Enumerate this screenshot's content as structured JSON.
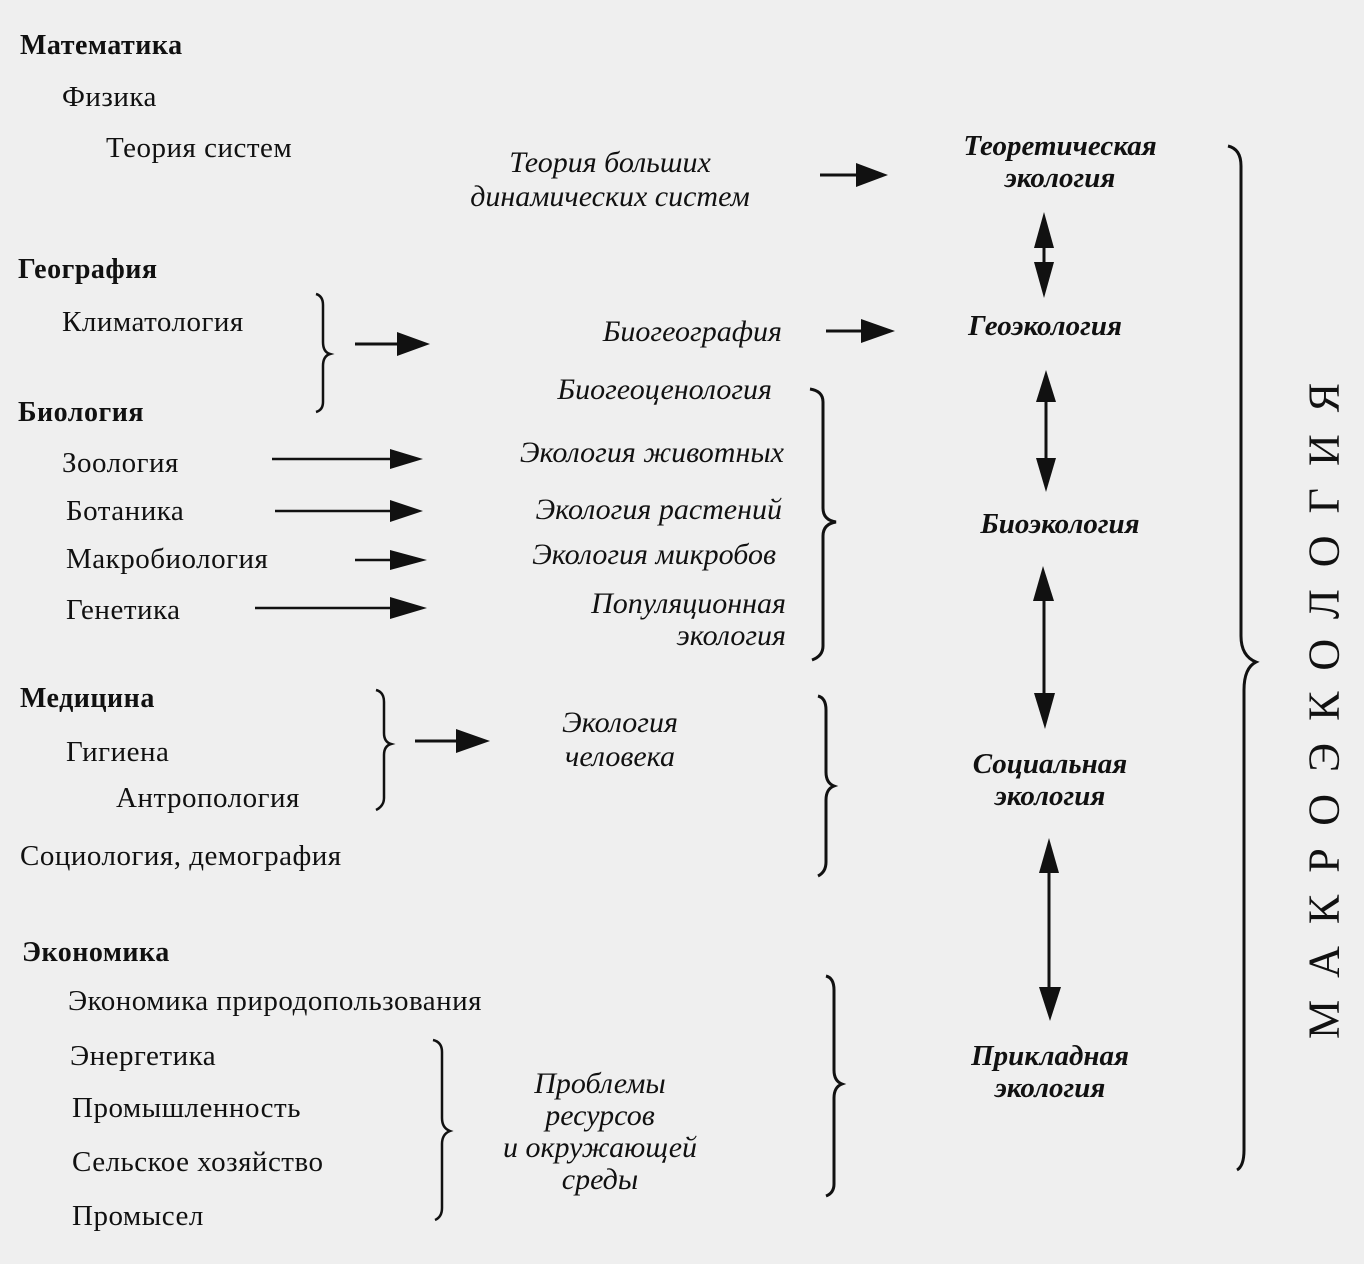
{
  "diagram": {
    "sources": {
      "mathematics": "Математика",
      "physics": "Физика",
      "systems_theory": "Теория систем",
      "geography": "География",
      "climatology": "Климатология",
      "biology": "Биология",
      "zoology": "Зоология",
      "botany": "Ботаника",
      "macrobiology": "Макробиология",
      "genetics": "Генетика",
      "medicine": "Медицина",
      "hygiene": "Гигиена",
      "anthropology": "Антропология",
      "sociology": "Социология, демография",
      "economics": "Экономика",
      "nature_economics": "Экономика природопользования",
      "energy": "Энергетика",
      "industry": "Промышленность",
      "agriculture": "Сельское хозяйство",
      "trade": "Промысел"
    },
    "intermediate": {
      "dynamic_systems_l1": "Теория больших",
      "dynamic_systems_l2": "динамических систем",
      "biogeography": "Биогеография",
      "biogeocenology": "Биогеоценология",
      "animal_ecology": "Экология животных",
      "plant_ecology": "Экология растений",
      "microbe_ecology": "Экология микробов",
      "population_l1": "Популяционная",
      "population_l2": "экология",
      "human_l1": "Экология",
      "human_l2": "человека",
      "resources_l1": "Проблемы",
      "resources_l2": "ресурсов",
      "resources_l3": "и окружающей",
      "resources_l4": "среды"
    },
    "targets": {
      "theoretical_l1": "Теоретическая",
      "theoretical_l2": "экология",
      "geoecology": "Геоэкология",
      "bioecology": "Биоэкология",
      "social_l1": "Социальная",
      "social_l2": "экология",
      "applied_l1": "Прикладная",
      "applied_l2": "экология"
    },
    "umbrella": "МАКРОЭКОЛОГИЯ",
    "connections": [
      {
        "from": "Теория больших динамических систем",
        "to": "Теоретическая экология",
        "type": "arrow"
      },
      {
        "from": "Климатология",
        "to": "Биогеография",
        "type": "arrow"
      },
      {
        "from": "Биогеография",
        "to": "Геоэкология",
        "type": "arrow"
      },
      {
        "from": "Зоология",
        "to": "Экология животных",
        "type": "arrow"
      },
      {
        "from": "Ботаника",
        "to": "Экология растений",
        "type": "arrow"
      },
      {
        "from": "Макробиология",
        "to": "Экология микробов",
        "type": "arrow"
      },
      {
        "from": "Генетика",
        "to": "Популяционная экология",
        "type": "arrow"
      },
      {
        "from": "Медицина",
        "to": "Экология человека",
        "type": "arrow"
      },
      {
        "from": "Теоретическая экология",
        "to": "Геоэкология",
        "type": "double-arrow"
      },
      {
        "from": "Геоэкология",
        "to": "Биоэкология",
        "type": "double-arrow"
      },
      {
        "from": "Биоэкология",
        "to": "Социальная экология",
        "type": "double-arrow"
      },
      {
        "from": "Социальная экология",
        "to": "Прикладная экология",
        "type": "double-arrow"
      }
    ],
    "colors": {
      "ink": "#111111",
      "paper": "#efefef"
    }
  }
}
